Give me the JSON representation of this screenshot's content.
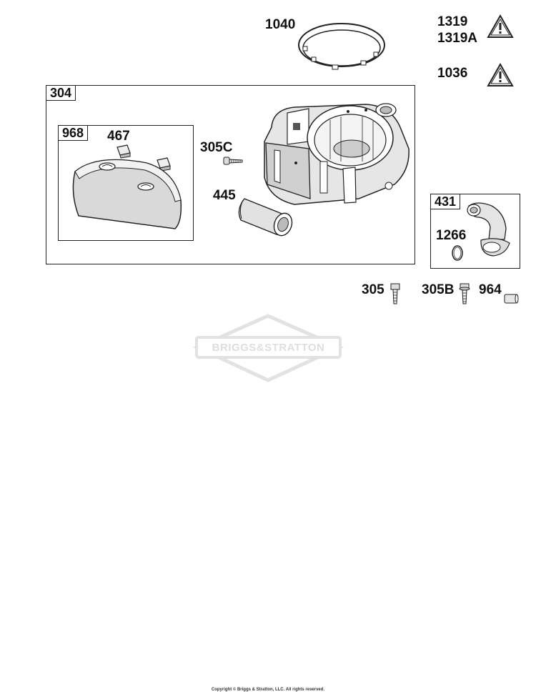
{
  "labels": {
    "p1040": "1040",
    "p1319": "1319",
    "p1319a": "1319A",
    "p1036": "1036",
    "p304": "304",
    "p968": "968",
    "p467": "467",
    "p305c": "305C",
    "p445": "445",
    "p431": "431",
    "p1266": "1266",
    "p305": "305",
    "p305b": "305B",
    "p964": "964"
  },
  "watermark": {
    "text": "BRIGGS&STRATTON"
  },
  "footer": {
    "copyright": "Copyright © Briggs & Stratton, LLC. All rights reserved."
  },
  "icons": {
    "warning": "warning-triangle-icon"
  }
}
